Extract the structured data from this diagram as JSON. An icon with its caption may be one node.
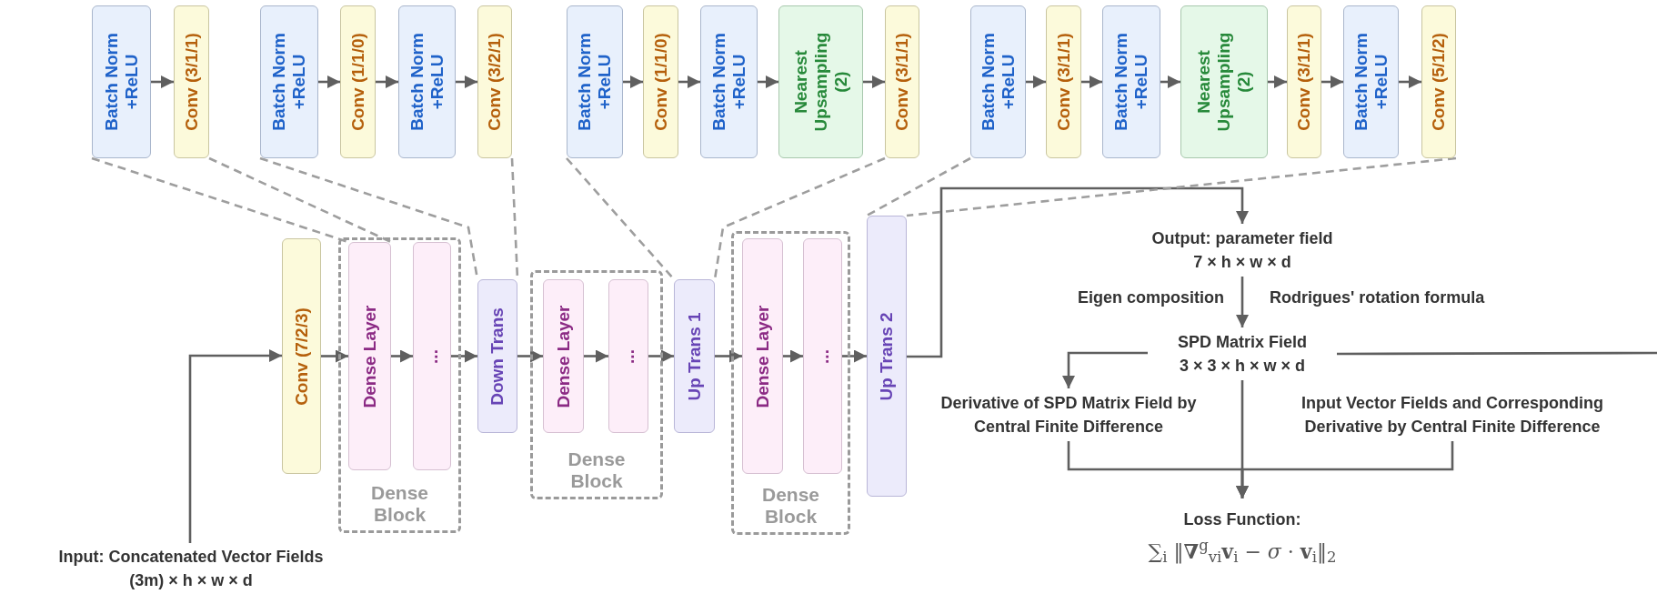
{
  "diagram": {
    "nodes": [
      {
        "text": [
          "Batch Norm +ReLU"
        ]
      },
      {
        "text": [
          "Conv (3/1/1)"
        ]
      },
      {
        "text": [
          "Batch Norm +ReLU"
        ]
      },
      {
        "text": [
          "Conv (1/1/0)"
        ]
      },
      {
        "text": [
          "Batch Norm +ReLU"
        ]
      },
      {
        "text": [
          "Conv (3/2/1)"
        ]
      },
      {
        "text": [
          "Batch Norm +ReLU"
        ]
      },
      {
        "text": [
          "Conv (1/1/0)"
        ]
      },
      {
        "text": [
          "Batch Norm +ReLU"
        ]
      },
      {
        "text": [
          "Nearest Upsampling (2)"
        ]
      },
      {
        "text": [
          "Conv (3/1/1)"
        ]
      },
      {
        "text": [
          "Batch Norm +ReLU"
        ]
      },
      {
        "text": [
          "Conv (3/1/1)"
        ]
      },
      {
        "text": [
          "Batch Norm +ReLU"
        ]
      },
      {
        "text": [
          "Nearest Upsampling (2)"
        ]
      },
      {
        "text": [
          "Conv (3/1/1)"
        ]
      },
      {
        "text": [
          "Batch Norm +ReLU"
        ]
      },
      {
        "text": [
          "Conv (5/1/2)"
        ]
      },
      {
        "text": [
          "Conv (7/2/3)"
        ]
      },
      {
        "text": [
          "Dense Block"
        ]
      },
      {
        "text": [
          "Dense Layer"
        ],
        "in": 19
      },
      {
        "text": [
          "..."
        ],
        "in": 19
      },
      {
        "text": [
          "Down Trans"
        ]
      },
      {
        "text": [
          "Dense Block"
        ]
      },
      {
        "text": [
          "Dense Layer"
        ],
        "in": 23
      },
      {
        "text": [
          "..."
        ],
        "in": 23
      },
      {
        "text": [
          "Up Trans 1"
        ]
      },
      {
        "text": [
          "Dense Block"
        ]
      },
      {
        "text": [
          "Dense Layer"
        ],
        "in": 27
      },
      {
        "text": [
          "..."
        ],
        "in": 27
      },
      {
        "text": [
          "Up Trans 2"
        ]
      },
      {
        "text": [
          "Output: parameter field",
          "7 × h × w × d"
        ]
      },
      {
        "text": [
          "SPD Matrix Field",
          "3 × 3 × h × w × d"
        ]
      },
      {
        "text": [
          "Derivative of SPD Matrix Field by Central Finite Difference"
        ]
      },
      {
        "text": [
          "Input Vector Fields and Corresponding Derivative by Central Finite Difference"
        ]
      },
      {
        "text": [
          "Loss Function:",
          "∑$_{i}$ ‖**∇**$^{g}$$_{vi}$**v**$_{i}$ − *σ* · **v**$_{i}$‖$_{2}$"
        ]
      },
      {
        "text": [
          "Input: Concatenated Vector Fields",
          "(3m) × h × w × d"
        ]
      }
    ],
    "edges": [
      {
        "from": 0,
        "to": 1,
        "arrow": "to"
      },
      {
        "from": 2,
        "to": 3,
        "arrow": "to"
      },
      {
        "from": 3,
        "to": 4,
        "arrow": "to"
      },
      {
        "from": 4,
        "to": 5,
        "arrow": "to"
      },
      {
        "from": 6,
        "to": 7,
        "arrow": "to"
      },
      {
        "from": 7,
        "to": 8,
        "arrow": "to"
      },
      {
        "from": 8,
        "to": 9,
        "arrow": "to"
      },
      {
        "from": 9,
        "to": 10,
        "arrow": "to"
      },
      {
        "from": 11,
        "to": 12,
        "arrow": "to"
      },
      {
        "from": 12,
        "to": 13,
        "arrow": "to"
      },
      {
        "from": 13,
        "to": 14,
        "arrow": "to"
      },
      {
        "from": 14,
        "to": 15,
        "arrow": "to"
      },
      {
        "from": 15,
        "to": 16,
        "arrow": "to"
      },
      {
        "from": 16,
        "to": 17,
        "arrow": "to"
      },
      {
        "from": 36,
        "to": 18,
        "arrow": "to"
      },
      {
        "from": 18,
        "to": 20,
        "arrow": "to"
      },
      {
        "from": 20,
        "to": 21,
        "arrow": "to"
      },
      {
        "from": 21,
        "to": 22,
        "arrow": "to"
      },
      {
        "from": 22,
        "to": 24,
        "arrow": "to"
      },
      {
        "from": 24,
        "to": 25,
        "arrow": "to"
      },
      {
        "from": 25,
        "to": 26,
        "arrow": "to"
      },
      {
        "from": 26,
        "to": 28,
        "arrow": "to"
      },
      {
        "from": 28,
        "to": 29,
        "arrow": "to"
      },
      {
        "from": 29,
        "to": 30,
        "arrow": "to"
      },
      {
        "from": 30,
        "to": 31,
        "arrow": "to"
      },
      {
        "from": 31,
        "to": 32,
        "arrow": "to"
      },
      {
        "from": 32,
        "to": 33,
        "arrow": "to"
      },
      {
        "from": 32,
        "to": null,
        "arrow": "none"
      },
      {
        "from": 32,
        "to": 35,
        "arrow": "to"
      },
      {
        "from": 33,
        "to": 35,
        "arrow": "to"
      },
      {
        "from": 34,
        "to": 35,
        "arrow": "to"
      },
      {
        "from": 0,
        "to": 20,
        "arrow": "none",
        "style": "dashed",
        "color": "#9e9e9e"
      },
      {
        "from": 1,
        "to": 20,
        "arrow": "none",
        "style": "dashed",
        "color": "#9e9e9e"
      },
      {
        "from": 2,
        "to": 22,
        "arrow": "none",
        "style": "dashed",
        "color": "#9e9e9e"
      },
      {
        "from": 5,
        "to": 22,
        "arrow": "none",
        "style": "dashed",
        "color": "#9e9e9e"
      },
      {
        "from": 6,
        "to": 26,
        "arrow": "none",
        "style": "dashed",
        "color": "#9e9e9e"
      },
      {
        "from": 10,
        "to": 26,
        "arrow": "none",
        "style": "dashed",
        "color": "#9e9e9e"
      },
      {
        "from": 11,
        "to": 30,
        "arrow": "none",
        "style": "dashed",
        "color": "#9e9e9e"
      },
      {
        "from": 17,
        "to": 30,
        "arrow": "none",
        "style": "dashed",
        "color": "#9e9e9e"
      }
    ],
    "labels": [
      "Eigen composition",
      "Rodrigues' rotation formula"
    ]
  }
}
